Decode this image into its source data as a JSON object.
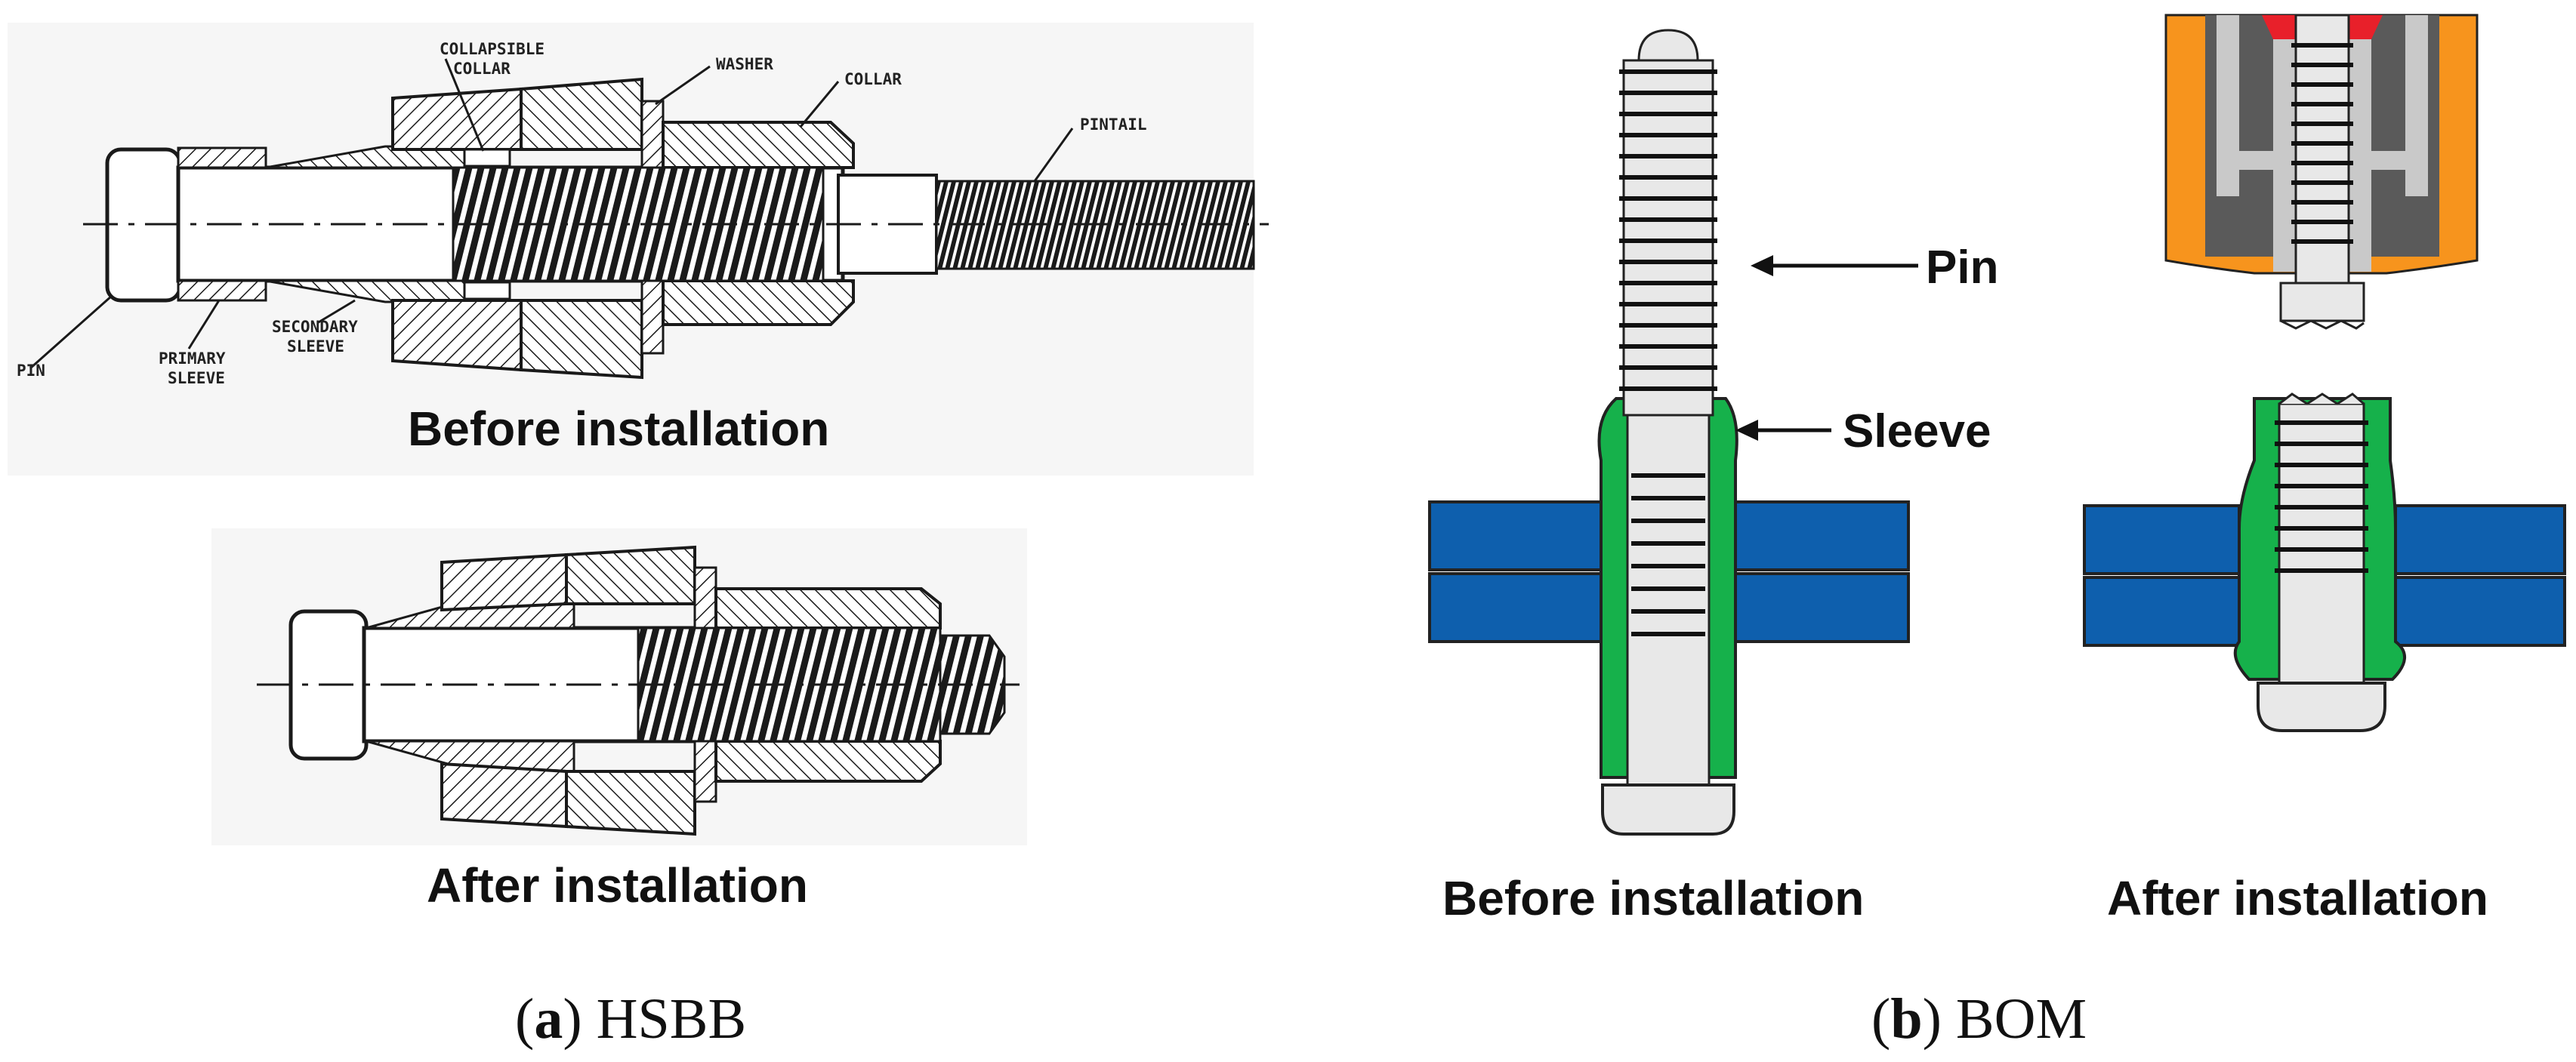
{
  "panel_a": {
    "callouts": {
      "collapsible_collar": [
        "COLLAPSIBLE",
        "COLLAR"
      ],
      "washer": "WASHER",
      "collar": "COLLAR",
      "pintail": "PINTAIL",
      "pin": "PIN",
      "primary_sleeve": [
        "PRIMARY",
        "SLEEVE"
      ],
      "secondary_sleeve": [
        "SECONDARY",
        "SLEEVE"
      ]
    },
    "before_caption": "Before installation",
    "after_caption": "After installation",
    "subcaption_letter": "a",
    "subcaption_text": "HSBB"
  },
  "panel_b": {
    "pin_label": "Pin",
    "sleeve_label": "Sleeve",
    "before_caption": "Before installation",
    "after_caption": "After installation",
    "subcaption_letter": "b",
    "subcaption_text": "BOM"
  },
  "colors": {
    "plate_blue": "#0e5fad",
    "sleeve_green": "#16b14b",
    "tool_orange": "#f7941d",
    "tool_red": "#e8202a",
    "tool_gray": "#5a5a5a",
    "tool_light": "#c9c9c9"
  }
}
